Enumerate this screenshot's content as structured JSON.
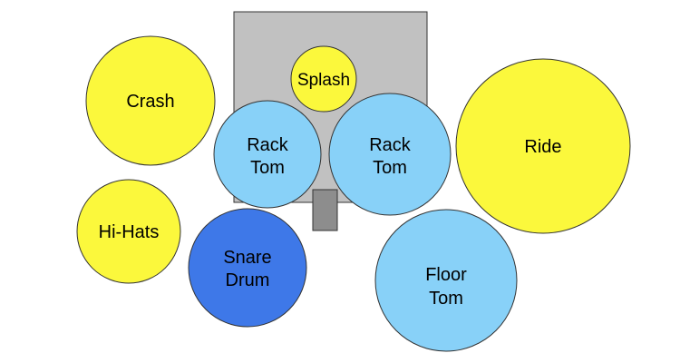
{
  "colors": {
    "cymbal": "#fbf83c",
    "tom": "#88d1f8",
    "snare": "#3e78e8",
    "hardware": "#c1c1c1",
    "pedal": "#8d8d8d",
    "outline": "#333333"
  },
  "drum_kit": {
    "cymbals": {
      "crash": {
        "label": "Crash"
      },
      "splash": {
        "label": "Splash"
      },
      "ride": {
        "label": "Ride"
      },
      "hihats": {
        "label": "Hi-Hats"
      }
    },
    "drums": {
      "rack_tom_left": {
        "label_line1": "Rack",
        "label_line2": "Tom"
      },
      "rack_tom_right": {
        "label_line1": "Rack",
        "label_line2": "Tom"
      },
      "snare": {
        "label_line1": "Snare",
        "label_line2": "Drum"
      },
      "floor_tom": {
        "label_line1": "Floor",
        "label_line2": "Tom"
      }
    }
  }
}
